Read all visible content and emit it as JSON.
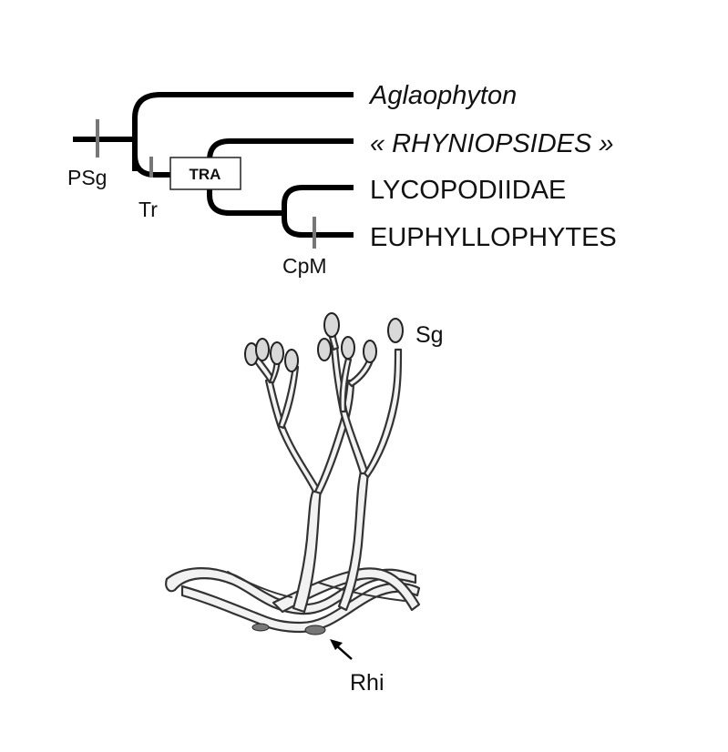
{
  "cladogram": {
    "taxa": [
      {
        "name": "Aglaophyton",
        "italic": true
      },
      {
        "name": "« RHYNIOPSIDES »",
        "italic": true
      },
      {
        "name": "LYCOPODIIDAE",
        "italic": false
      },
      {
        "name": "EUPHYLLOPHYTES",
        "italic": false
      }
    ],
    "markers": [
      {
        "label": "PSg"
      },
      {
        "label": "Tr"
      },
      {
        "label": "CpM"
      }
    ],
    "box_label": "TRA"
  },
  "illustration": {
    "labels": {
      "sporangia": "Sg",
      "rhizoids": "Rhi"
    }
  },
  "colors": {
    "branch": "#000000",
    "marker": "#777777",
    "background": "#ffffff"
  }
}
